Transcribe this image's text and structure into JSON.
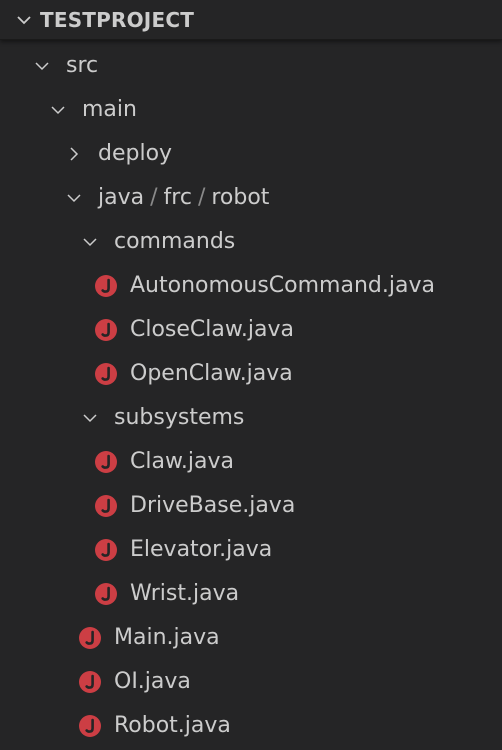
{
  "explorer": {
    "title": "TESTPROJECT",
    "icons": {
      "folder_expanded": "chevron-down-icon",
      "folder_collapsed": "chevron-right-icon",
      "java_file": "java-file-icon"
    },
    "colors": {
      "background": "#252526",
      "text": "#cccccc",
      "java_icon": "#cc3e44"
    },
    "tree": {
      "src": "src",
      "main": "main",
      "deploy": "deploy",
      "java_path": [
        "java",
        "frc",
        "robot"
      ],
      "path_separator": "/",
      "commands": "commands",
      "commands_files": [
        "AutonomousCommand.java",
        "CloseClaw.java",
        "OpenClaw.java"
      ],
      "subsystems": "subsystems",
      "subsystems_files": [
        "Claw.java",
        "DriveBase.java",
        "Elevator.java",
        "Wrist.java"
      ],
      "robot_files": [
        "Main.java",
        "OI.java",
        "Robot.java"
      ]
    }
  }
}
